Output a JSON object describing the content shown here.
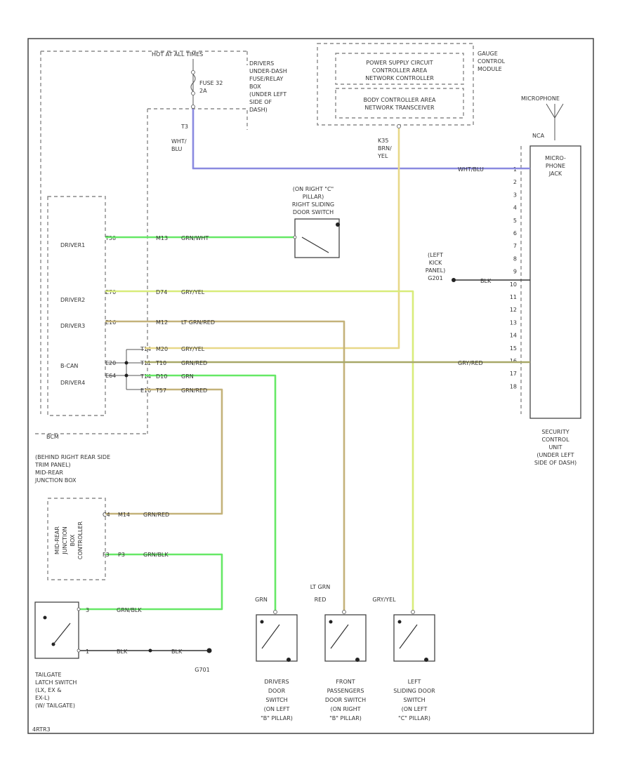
{
  "colors": {
    "blue_wire": "#8a8ae0",
    "yellow_wire": "#e8d888",
    "green_wire": "#66e866",
    "tan_wire": "#c4b27a",
    "olive_wire": "#a8a868",
    "lime_wire": "#d8ec7a",
    "black_wire": "#333333"
  },
  "labels": {
    "hot_at_all_times": "HOT AT ALL TIMES",
    "fuse_box": [
      "DRIVERS",
      "UNDER-DASH",
      "FUSE/RELAY",
      "BOX",
      "(UNDER LEFT",
      "SIDE OF",
      "DASH)"
    ],
    "fuse": [
      "FUSE 32",
      "2A"
    ],
    "fuse_pin": [
      "T3"
    ],
    "fuse_wire": [
      "WHT/",
      "BLU"
    ],
    "control_module": [
      "POWER SUPPLY CIRCUIT",
      "CONTROLLER AREA",
      "NETWORK CONTROLLER",
      "BODY CONTROLLER AREA",
      "NETWORK TRANSCEIVER"
    ],
    "control_module_title": [
      "GAUGE",
      "CONTROL",
      "MODULE"
    ],
    "gcm_wire": [
      "K35",
      "BRN/",
      "YEL"
    ],
    "microphone": "MICROPHONE",
    "microphone_nca": "NCA",
    "microphone_jack": [
      "MICRO-",
      "PHONE",
      "JACK"
    ],
    "wire_wht_blu": "WHT/BLU",
    "right_c_pillar": [
      "(ON RIGHT \"C\"",
      "PILLAR)",
      "RIGHT SLIDING",
      "DOOR SWITCH"
    ],
    "left_kick_panel": [
      "(LEFT",
      "KICK",
      "PANEL)",
      "G201"
    ],
    "blk": "BLK",
    "gry_red": "GRY/RED",
    "security_control_unit": [
      "SECURITY",
      "CONTROL",
      "UNIT",
      "(UNDER LEFT",
      "SIDE OF DASH)"
    ],
    "pin_numbers": [
      "1",
      "2",
      "3",
      "4",
      "5",
      "6",
      "7",
      "8",
      "9",
      "10",
      "11",
      "12",
      "13",
      "14",
      "15",
      "16",
      "17",
      "18"
    ],
    "bcm_rows": [
      "DRIVER1",
      "DRIVER2",
      "DRIVER3",
      "B-CAN",
      "DRIVER4"
    ],
    "bcm_pins": [
      "T58",
      "E70",
      "E16",
      "E20",
      "E64"
    ],
    "splice_pins": [
      "T14",
      "T11",
      "T14",
      "E10"
    ],
    "bcm_label": "BCM",
    "wire_codes": [
      "M13",
      "D74",
      "M12",
      "M20",
      "T10",
      "D10",
      "T57"
    ],
    "wire_names": [
      "GRN/WHT",
      "GRY/YEL",
      "LT GRN/RED",
      "GRY/YEL",
      "GRN/RED",
      "GRN",
      "GRN/RED"
    ],
    "rear_junction_box": [
      "(BEHIND RIGHT REAR SIDE",
      "TRIM PANEL)",
      "MID-REAR",
      "JUNCTION BOX"
    ],
    "jb_inner": [
      "MID-REAR",
      "JUNCTION",
      "BOX",
      "CONTROLLER"
    ],
    "jb_pins": [
      "C4",
      "F3"
    ],
    "jb_wire_codes": [
      "M14",
      "P3"
    ],
    "jb_wire_names": [
      "GRN/RED",
      "GRN/BLK"
    ],
    "tailgate_pins": [
      "3",
      "1"
    ],
    "tailgate_wires": [
      "GRN/BLK",
      "BLK"
    ],
    "ground_g701": [
      "BLK",
      "G701"
    ],
    "tailgate_switch": [
      "TAILGATE",
      "LATCH SWITCH",
      "(LX, EX &",
      "EX-L)",
      "(W/ TAILGATE)"
    ],
    "switch_wire_labels": [
      [
        "GRN"
      ],
      [
        "LT GRN",
        "RED"
      ],
      [
        "GRY/YEL"
      ]
    ],
    "switch_labels": [
      [
        "DRIVERS",
        "DOOR",
        "SWITCH",
        "(ON LEFT",
        "\"B\" PILLAR)"
      ],
      [
        "FRONT",
        "PASSENGERS",
        "DOOR SWITCH",
        "(ON RIGHT",
        "\"B\" PILLAR)"
      ],
      [
        "LEFT",
        "SLIDING DOOR",
        "SWITCH",
        "(ON LEFT",
        "\"C\" PILLAR)"
      ]
    ],
    "footer": "4RTR3"
  }
}
